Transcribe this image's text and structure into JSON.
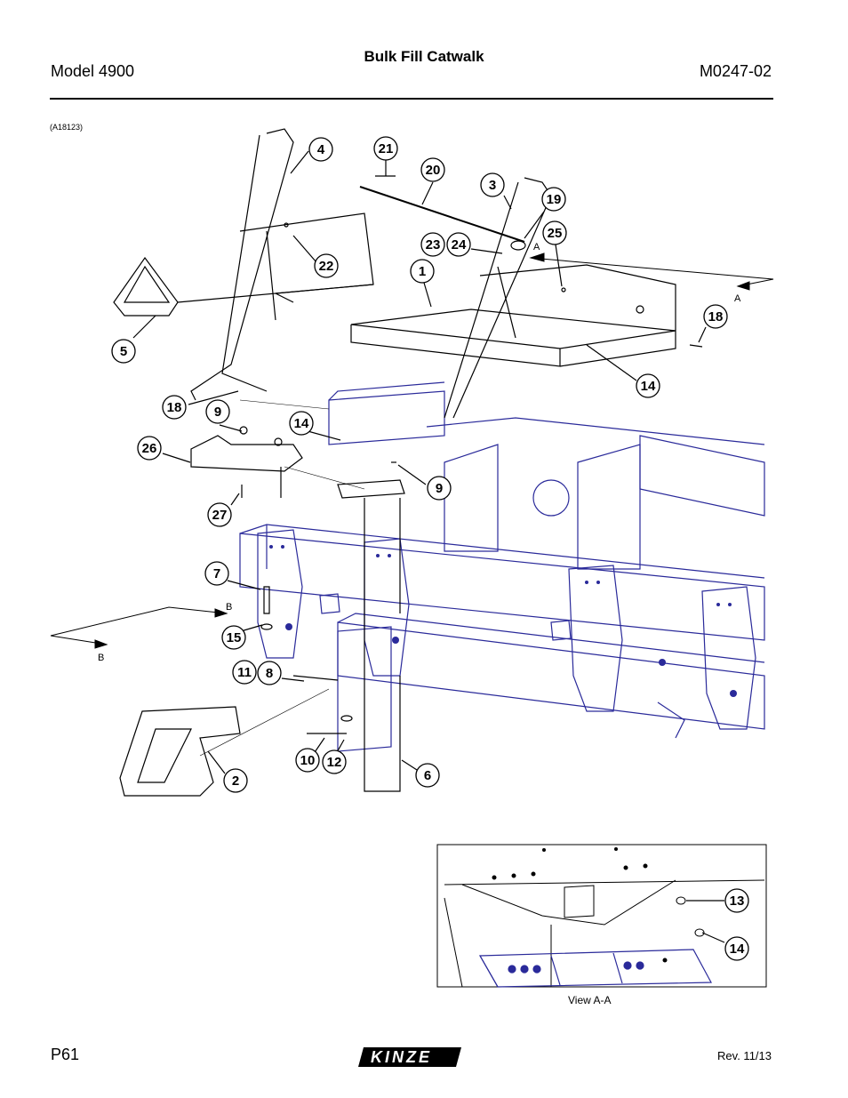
{
  "header": {
    "title": "Bulk Fill Catwalk",
    "model": "Model 4900",
    "doc_number": "M0247-02"
  },
  "figure": {
    "id": "(A18123)",
    "callouts": [
      "1",
      "2",
      "3",
      "4",
      "5",
      "6",
      "7",
      "8",
      "9",
      "9",
      "10",
      "11",
      "12",
      "13",
      "14",
      "14",
      "14",
      "15",
      "18",
      "18",
      "19",
      "20",
      "21",
      "22",
      "23",
      "24",
      "25",
      "26",
      "27"
    ],
    "section_labels": [
      "A",
      "A",
      "B",
      "B"
    ],
    "inset_caption": "View A-A"
  },
  "footer": {
    "page": "P61",
    "logo": "KINZE",
    "revision": "Rev. 11/13"
  },
  "colors": {
    "line": "#000000",
    "frame_line": "#2a2a9a"
  }
}
